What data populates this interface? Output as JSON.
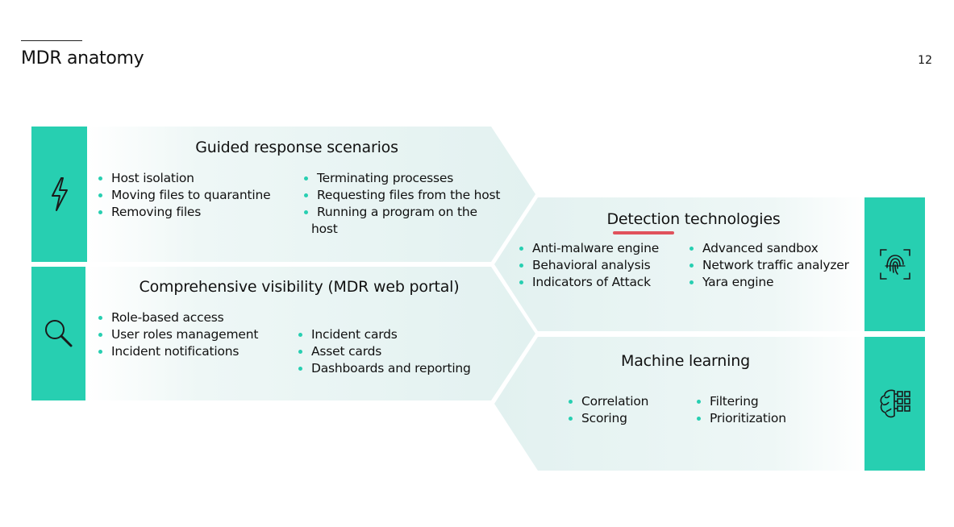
{
  "slide": {
    "title": "MDR anatomy",
    "page_number": "12"
  },
  "colors": {
    "accent": "#27cfb1",
    "panel_bg": "#e3f2f1",
    "text": "#111111",
    "highlight": "#e0525c"
  },
  "panels": {
    "guided": {
      "title": "Guided response scenarios",
      "icon": "lightning-icon",
      "col1": [
        "Host isolation",
        "Moving files to quarantine",
        "Removing files"
      ],
      "col2": [
        "Terminating processes",
        "Requesting files from the host",
        "Running a program on the",
        "host"
      ]
    },
    "visibility": {
      "title": "Comprehensive visibility (MDR web portal)",
      "icon": "magnifier-icon",
      "col1": [
        "Role-based access",
        "User roles management",
        "Incident notifications"
      ],
      "col2": [
        "Incident cards",
        "Asset cards",
        "Dashboards and reporting"
      ]
    },
    "detection": {
      "title": "Detection technologies",
      "icon": "fingerprint-icon",
      "col1": [
        "Anti-malware engine",
        "Behavioral analysis",
        "Indicators of Attack"
      ],
      "col2": [
        "Advanced sandbox",
        "Network traffic analyzer",
        "Yara engine"
      ]
    },
    "ml": {
      "title": "Machine learning",
      "icon": "brain-chip-icon",
      "col1": [
        "Correlation",
        "Scoring"
      ],
      "col2": [
        "Filtering",
        "Prioritization"
      ]
    }
  }
}
